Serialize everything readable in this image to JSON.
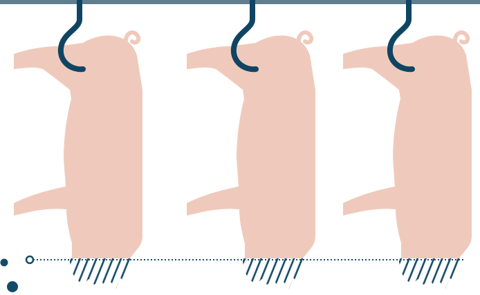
{
  "colors": {
    "rail": "#5f7f8f",
    "hook": "#0f4563",
    "pig_body": "#efcabc",
    "hatch": "#134a68",
    "measure_line": "#134a68",
    "background": "#ffffff"
  },
  "rail": {
    "icon": "overhead-rail"
  },
  "carcasses": [
    {
      "icon": "pig-carcass",
      "hook_icon": "hook-icon"
    },
    {
      "icon": "pig-carcass",
      "hook_icon": "hook-icon"
    },
    {
      "icon": "pig-carcass",
      "hook_icon": "hook-icon"
    }
  ],
  "measure": {
    "icon": "dotted-measure-line",
    "marker_icon": "ring-marker-icon"
  },
  "decorative_dots": {
    "icon": "dot-icon",
    "count": 2
  }
}
